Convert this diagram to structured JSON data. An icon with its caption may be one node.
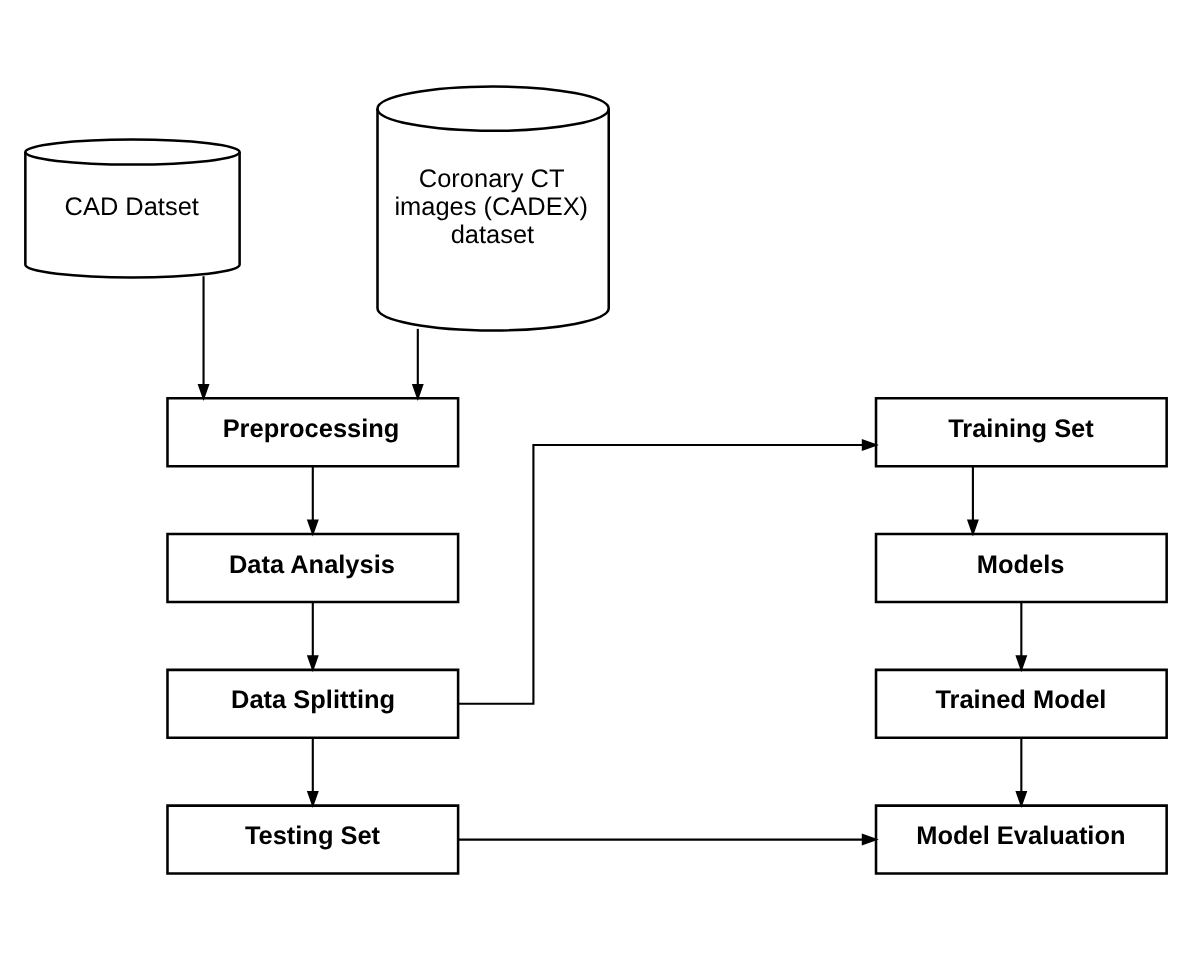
{
  "diagram": {
    "nodes": [
      {
        "text": [
          "CAD Datset"
        ]
      },
      {
        "text": [
          "Coronary CT images (CADEX) dataset"
        ]
      },
      {
        "text": [
          "Preprocessing"
        ]
      },
      {
        "text": [
          "Data Analysis"
        ]
      },
      {
        "text": [
          "Data Splitting"
        ]
      },
      {
        "text": [
          "Testing Set"
        ]
      },
      {
        "text": [
          "Training Set"
        ]
      },
      {
        "text": [
          "Models"
        ]
      },
      {
        "text": [
          "Trained Model"
        ]
      },
      {
        "text": [
          "Model Evaluation"
        ]
      }
    ],
    "edges": [
      {
        "from": 0,
        "to": 2,
        "arrow": "to"
      },
      {
        "from": 1,
        "to": 2,
        "arrow": "to"
      },
      {
        "from": 2,
        "to": 3,
        "arrow": "to"
      },
      {
        "from": 3,
        "to": 4,
        "arrow": "to"
      },
      {
        "from": 4,
        "to": 6,
        "arrow": "to"
      },
      {
        "from": 4,
        "to": 5,
        "arrow": "to"
      },
      {
        "from": 6,
        "to": 7,
        "arrow": "to"
      },
      {
        "from": 7,
        "to": 8,
        "arrow": "to"
      },
      {
        "from": 8,
        "to": 9,
        "arrow": "to"
      },
      {
        "from": 5,
        "to": 9,
        "arrow": "to"
      }
    ]
  }
}
